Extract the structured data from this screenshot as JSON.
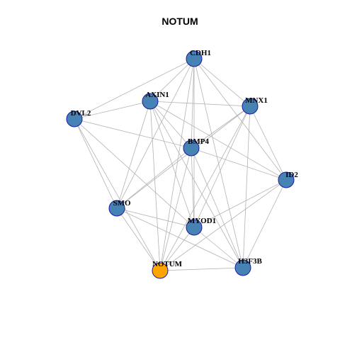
{
  "title": "NOTUM",
  "colors": {
    "default_node": "#4682b4",
    "highlight_node": "#ffa500",
    "node_border": "#1a1aa6",
    "edge": "#b3b3b3"
  },
  "nodes": [
    {
      "id": "CDH1",
      "label": "CDH1",
      "highlight": false
    },
    {
      "id": "AXIN1",
      "label": "AXIN1",
      "highlight": false
    },
    {
      "id": "MNX1",
      "label": "MNX1",
      "highlight": false
    },
    {
      "id": "DVL2",
      "label": "DVL2",
      "highlight": false
    },
    {
      "id": "BMP4",
      "label": "BMP4",
      "highlight": false
    },
    {
      "id": "ID2",
      "label": "ID2",
      "highlight": false
    },
    {
      "id": "SMO",
      "label": "SMO",
      "highlight": false
    },
    {
      "id": "MYOD1",
      "label": "MYOD1",
      "highlight": false
    },
    {
      "id": "NOTUM",
      "label": "NOTUM",
      "highlight": true
    },
    {
      "id": "H3F3B",
      "label": "H3F3B",
      "highlight": false
    }
  ],
  "edges": [
    [
      "CDH1",
      "AXIN1"
    ],
    [
      "CDH1",
      "DVL2"
    ],
    [
      "CDH1",
      "MNX1"
    ],
    [
      "CDH1",
      "BMP4"
    ],
    [
      "CDH1",
      "ID2"
    ],
    [
      "CDH1",
      "SMO"
    ],
    [
      "CDH1",
      "MYOD1"
    ],
    [
      "CDH1",
      "NOTUM"
    ],
    [
      "CDH1",
      "H3F3B"
    ],
    [
      "AXIN1",
      "DVL2"
    ],
    [
      "AXIN1",
      "MNX1"
    ],
    [
      "AXIN1",
      "BMP4"
    ],
    [
      "AXIN1",
      "ID2"
    ],
    [
      "AXIN1",
      "SMO"
    ],
    [
      "AXIN1",
      "MYOD1"
    ],
    [
      "AXIN1",
      "NOTUM"
    ],
    [
      "AXIN1",
      "H3F3B"
    ],
    [
      "MNX1",
      "BMP4"
    ],
    [
      "MNX1",
      "ID2"
    ],
    [
      "MNX1",
      "SMO"
    ],
    [
      "MNX1",
      "MYOD1"
    ],
    [
      "MNX1",
      "NOTUM"
    ],
    [
      "MNX1",
      "H3F3B"
    ],
    [
      "DVL2",
      "BMP4"
    ],
    [
      "DVL2",
      "SMO"
    ],
    [
      "DVL2",
      "MYOD1"
    ],
    [
      "DVL2",
      "NOTUM"
    ],
    [
      "BMP4",
      "ID2"
    ],
    [
      "BMP4",
      "SMO"
    ],
    [
      "BMP4",
      "MYOD1"
    ],
    [
      "BMP4",
      "NOTUM"
    ],
    [
      "BMP4",
      "H3F3B"
    ],
    [
      "ID2",
      "MYOD1"
    ],
    [
      "ID2",
      "NOTUM"
    ],
    [
      "ID2",
      "H3F3B"
    ],
    [
      "SMO",
      "MYOD1"
    ],
    [
      "SMO",
      "NOTUM"
    ],
    [
      "SMO",
      "H3F3B"
    ],
    [
      "MYOD1",
      "NOTUM"
    ],
    [
      "MYOD1",
      "H3F3B"
    ],
    [
      "NOTUM",
      "H3F3B"
    ]
  ]
}
